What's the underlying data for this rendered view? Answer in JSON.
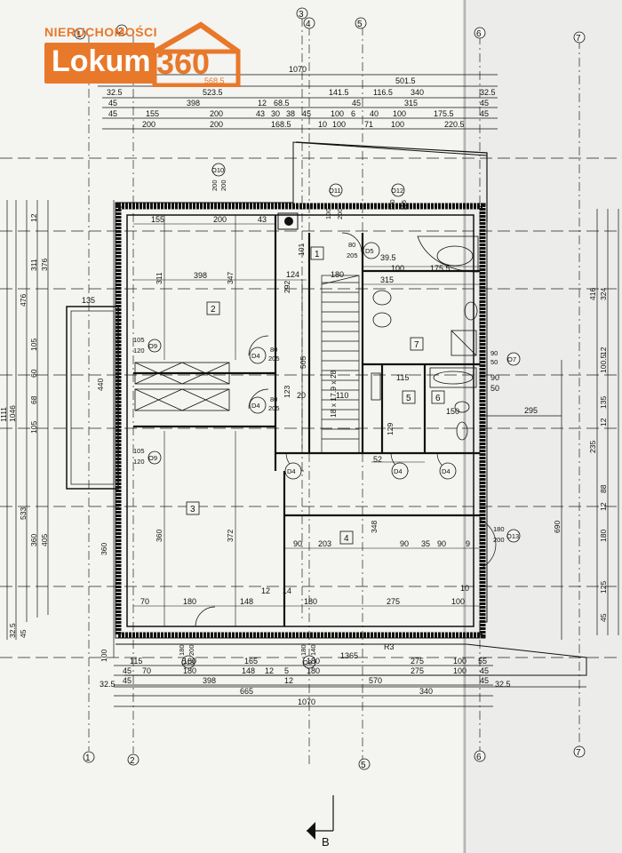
{
  "logo": {
    "top_text": "NIERUCHOMOŚCI",
    "brand": "Lokum",
    "number": "360",
    "color": "#e8782a"
  },
  "axes": {
    "top": [
      "1",
      "2",
      "3",
      "4",
      "5",
      "6",
      "7"
    ],
    "bottom": [
      "1",
      "2",
      "5",
      "6",
      "7"
    ]
  },
  "dims_top": {
    "row1": [
      "1070"
    ],
    "row2": [
      "568.5",
      "501.5"
    ],
    "row3": [
      "32.5",
      "523.5",
      "141.5",
      "116.5",
      "340",
      "32.5"
    ],
    "row4": [
      "45",
      "398",
      "12",
      "68.5",
      "45",
      "315",
      "45"
    ],
    "row5": [
      "45",
      "155",
      "200",
      "43",
      "30",
      "38",
      "45",
      "100",
      "6",
      "40",
      "100",
      "175.5",
      "45"
    ],
    "row6": [
      "200",
      "200",
      "168.5",
      "10",
      "100",
      "71",
      "100",
      "220.5"
    ]
  },
  "dims_bottom": {
    "row1": [
      "1365"
    ],
    "row2": [
      "115",
      "180",
      "165",
      "180",
      "275",
      "100",
      "55"
    ],
    "row3": [
      "45",
      "70",
      "180",
      "148",
      "12",
      "5",
      "180",
      "275",
      "100",
      "45"
    ],
    "row4": [
      "32.5",
      "45",
      "398",
      "12",
      "570",
      "45"
    ],
    "row5": [
      "665",
      "340",
      "32.5"
    ],
    "row6": [
      "1070"
    ]
  },
  "dims_left": [
    "1111",
    "1046",
    "476",
    "311",
    "376",
    "533",
    "360",
    "405",
    "135",
    "440",
    "360",
    "105",
    "60",
    "68",
    "105",
    "32.5",
    "45",
    "12",
    "100"
  ],
  "dims_right": [
    "416",
    "324",
    "12",
    "100.5",
    "135",
    "12",
    "235",
    "88",
    "12",
    "180",
    "125",
    "45",
    "690",
    "295",
    "90",
    "50"
  ],
  "rooms": [
    {
      "no": "1"
    },
    {
      "no": "2"
    },
    {
      "no": "3"
    },
    {
      "no": "4"
    },
    {
      "no": "5"
    },
    {
      "no": "6"
    },
    {
      "no": "7"
    }
  ],
  "interior_dims": {
    "room2": [
      "155",
      "200",
      "43",
      "398",
      "347",
      "311",
      "292",
      "124"
    ],
    "room3": [
      "360",
      "372",
      "180",
      "70",
      "148",
      "12",
      "14"
    ],
    "room4": [
      "90",
      "203",
      "348",
      "90",
      "35",
      "90",
      "180",
      "275",
      "100",
      "10",
      "9"
    ],
    "stairs": [
      "180",
      "505",
      "18 x 17.9 x 28",
      "110",
      "123",
      "20",
      "52"
    ],
    "bath7": [
      "100",
      "315",
      "175.5",
      "39.5",
      "101",
      "115",
      "129"
    ]
  },
  "doors": [
    {
      "tag": "D4",
      "w": "80",
      "h": "205"
    },
    {
      "tag": "D4",
      "w": "80",
      "h": "205"
    },
    {
      "tag": "D4",
      "w": "80",
      "h": "205"
    },
    {
      "tag": "D4",
      "w": "80",
      "h": "205"
    },
    {
      "tag": "D4",
      "w": "80",
      "h": "205"
    },
    {
      "tag": "D5",
      "w": "80",
      "h": "205"
    }
  ],
  "windows": [
    {
      "tag": "O9",
      "w": "105",
      "h": "120"
    },
    {
      "tag": "O9",
      "w": "105",
      "h": "120"
    },
    {
      "tag": "O10",
      "w": "200",
      "h": "200"
    },
    {
      "tag": "O11",
      "w": "100",
      "h": "200"
    },
    {
      "tag": "O12",
      "w": "100",
      "h": "115"
    },
    {
      "tag": "O13",
      "w": "180",
      "h": "200"
    },
    {
      "tag": "O13",
      "w": "180",
      "h": "200"
    },
    {
      "tag": "O8",
      "w": "180",
      "h": "140"
    },
    {
      "tag": "O7",
      "w": "90",
      "h": "50"
    }
  ],
  "misc_labels": [
    "150",
    "R3",
    "B",
    "90",
    "60",
    "60",
    "12",
    "12",
    "11",
    "205"
  ]
}
